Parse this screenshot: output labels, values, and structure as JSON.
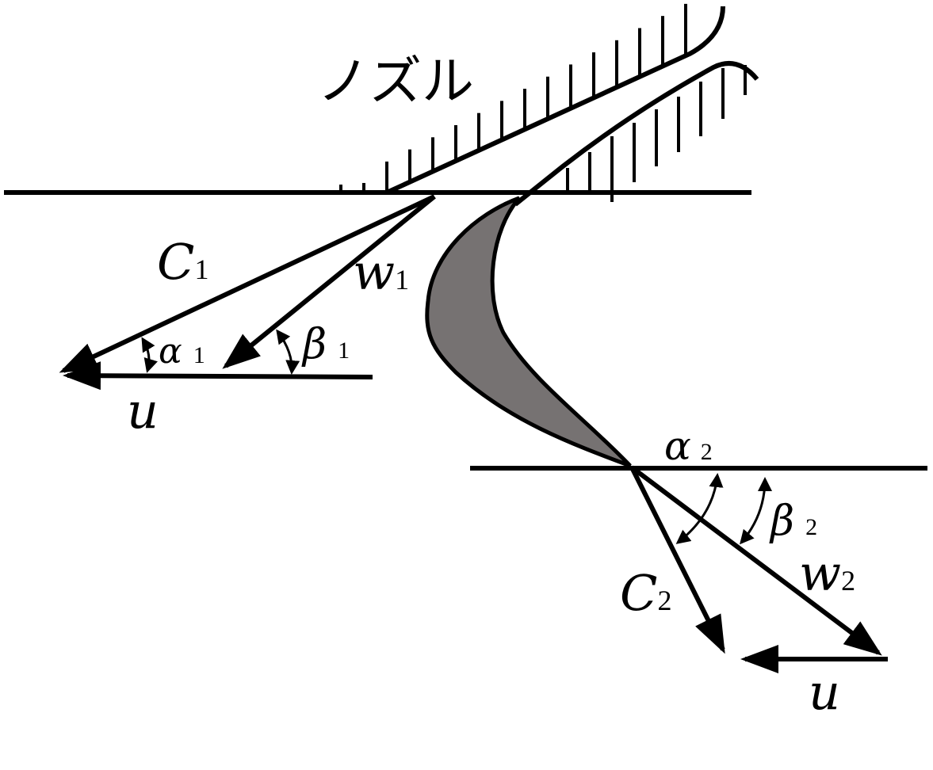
{
  "title": "ノズル",
  "colors": {
    "blade": "#767272",
    "line": "#000000"
  },
  "labels": {
    "c1": "C",
    "c1_sub": "1",
    "w1": "w",
    "w1_sub": "1",
    "alpha1": "α",
    "alpha1_sub": "1",
    "beta1": "β",
    "beta1_sub": "1",
    "u1": "u",
    "alpha2": "α",
    "alpha2_sub": "2",
    "beta2": "β",
    "beta2_sub": "2",
    "c2": "C",
    "c2_sub": "2",
    "w2": "w",
    "w2_sub": "2",
    "u2": "u"
  }
}
